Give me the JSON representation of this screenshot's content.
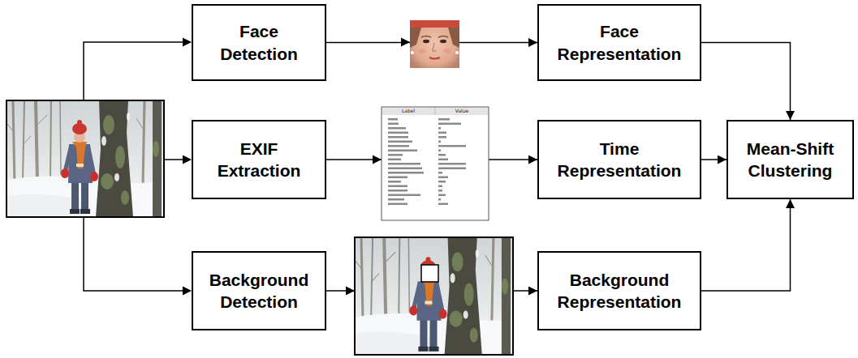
{
  "diagram": {
    "nodes": [
      {
        "text": [
          "Face Detection"
        ]
      },
      {
        "text": [
          "Face Representation"
        ]
      },
      {
        "text": [
          "EXIF Extraction"
        ]
      },
      {
        "text": [
          "Time Representation"
        ]
      },
      {
        "text": [
          "Mean-Shift Clustering"
        ]
      },
      {
        "text": [
          "Background Detection"
        ]
      },
      {
        "text": [
          "Background Representation"
        ]
      }
    ],
    "edges": [
      {
        "from": 0,
        "to": 1,
        "arrow": "to"
      },
      {
        "from": 2,
        "to": 3,
        "arrow": "to"
      },
      {
        "from": 5,
        "to": 6,
        "arrow": "to"
      },
      {
        "from": 1,
        "to": 4,
        "arrow": "to"
      },
      {
        "from": 3,
        "to": 4,
        "arrow": "to"
      },
      {
        "from": 6,
        "to": 4,
        "arrow": "to"
      }
    ],
    "labels": [
      "Label",
      "Value"
    ]
  }
}
